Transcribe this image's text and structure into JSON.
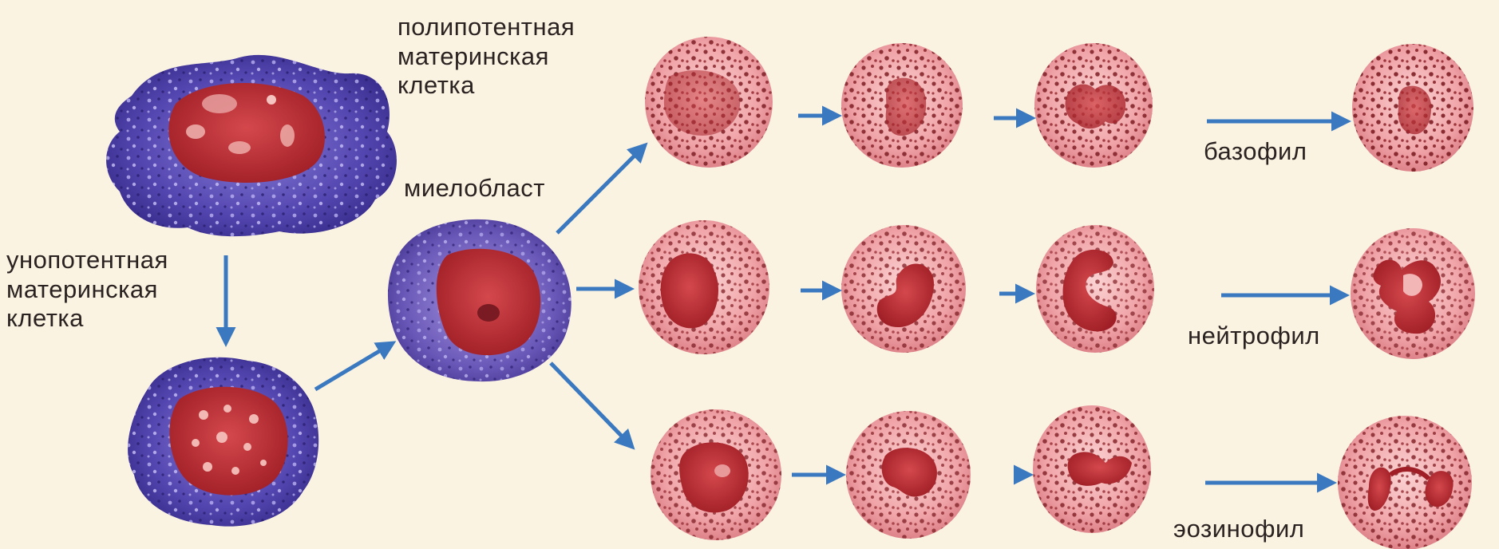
{
  "labels": {
    "polypotent": "полипотентная\nматеринская\nклетка",
    "unipotent": "унопотентная\nматеринская\nклетка",
    "myeloblast": "миелобласт",
    "basophil": "базофил",
    "neutrophil": "нейтрофил",
    "eosinophil": "эозинофил"
  },
  "colors": {
    "background": "#fbf3e2",
    "arrow": "#3a78c0",
    "stem_cytoplasm": "#4a3aa0",
    "nucleus": "#b42a2e",
    "granulocyte_cytoplasm": "#e9939a",
    "granule": "#7e1e24"
  },
  "stages": [
    {
      "row": "basophil",
      "cells": [
        "promyelocyte-basophil",
        "myelocyte-basophil",
        "metamyelocyte-basophil",
        "mature-basophil"
      ]
    },
    {
      "row": "neutrophil",
      "cells": [
        "promyelocyte-neutrophil",
        "myelocyte-neutrophil",
        "band-neutrophil",
        "mature-neutrophil"
      ]
    },
    {
      "row": "eosinophil",
      "cells": [
        "promyelocyte-eosinophil",
        "myelocyte-eosinophil",
        "metamyelocyte-eosinophil",
        "mature-eosinophil"
      ]
    }
  ]
}
